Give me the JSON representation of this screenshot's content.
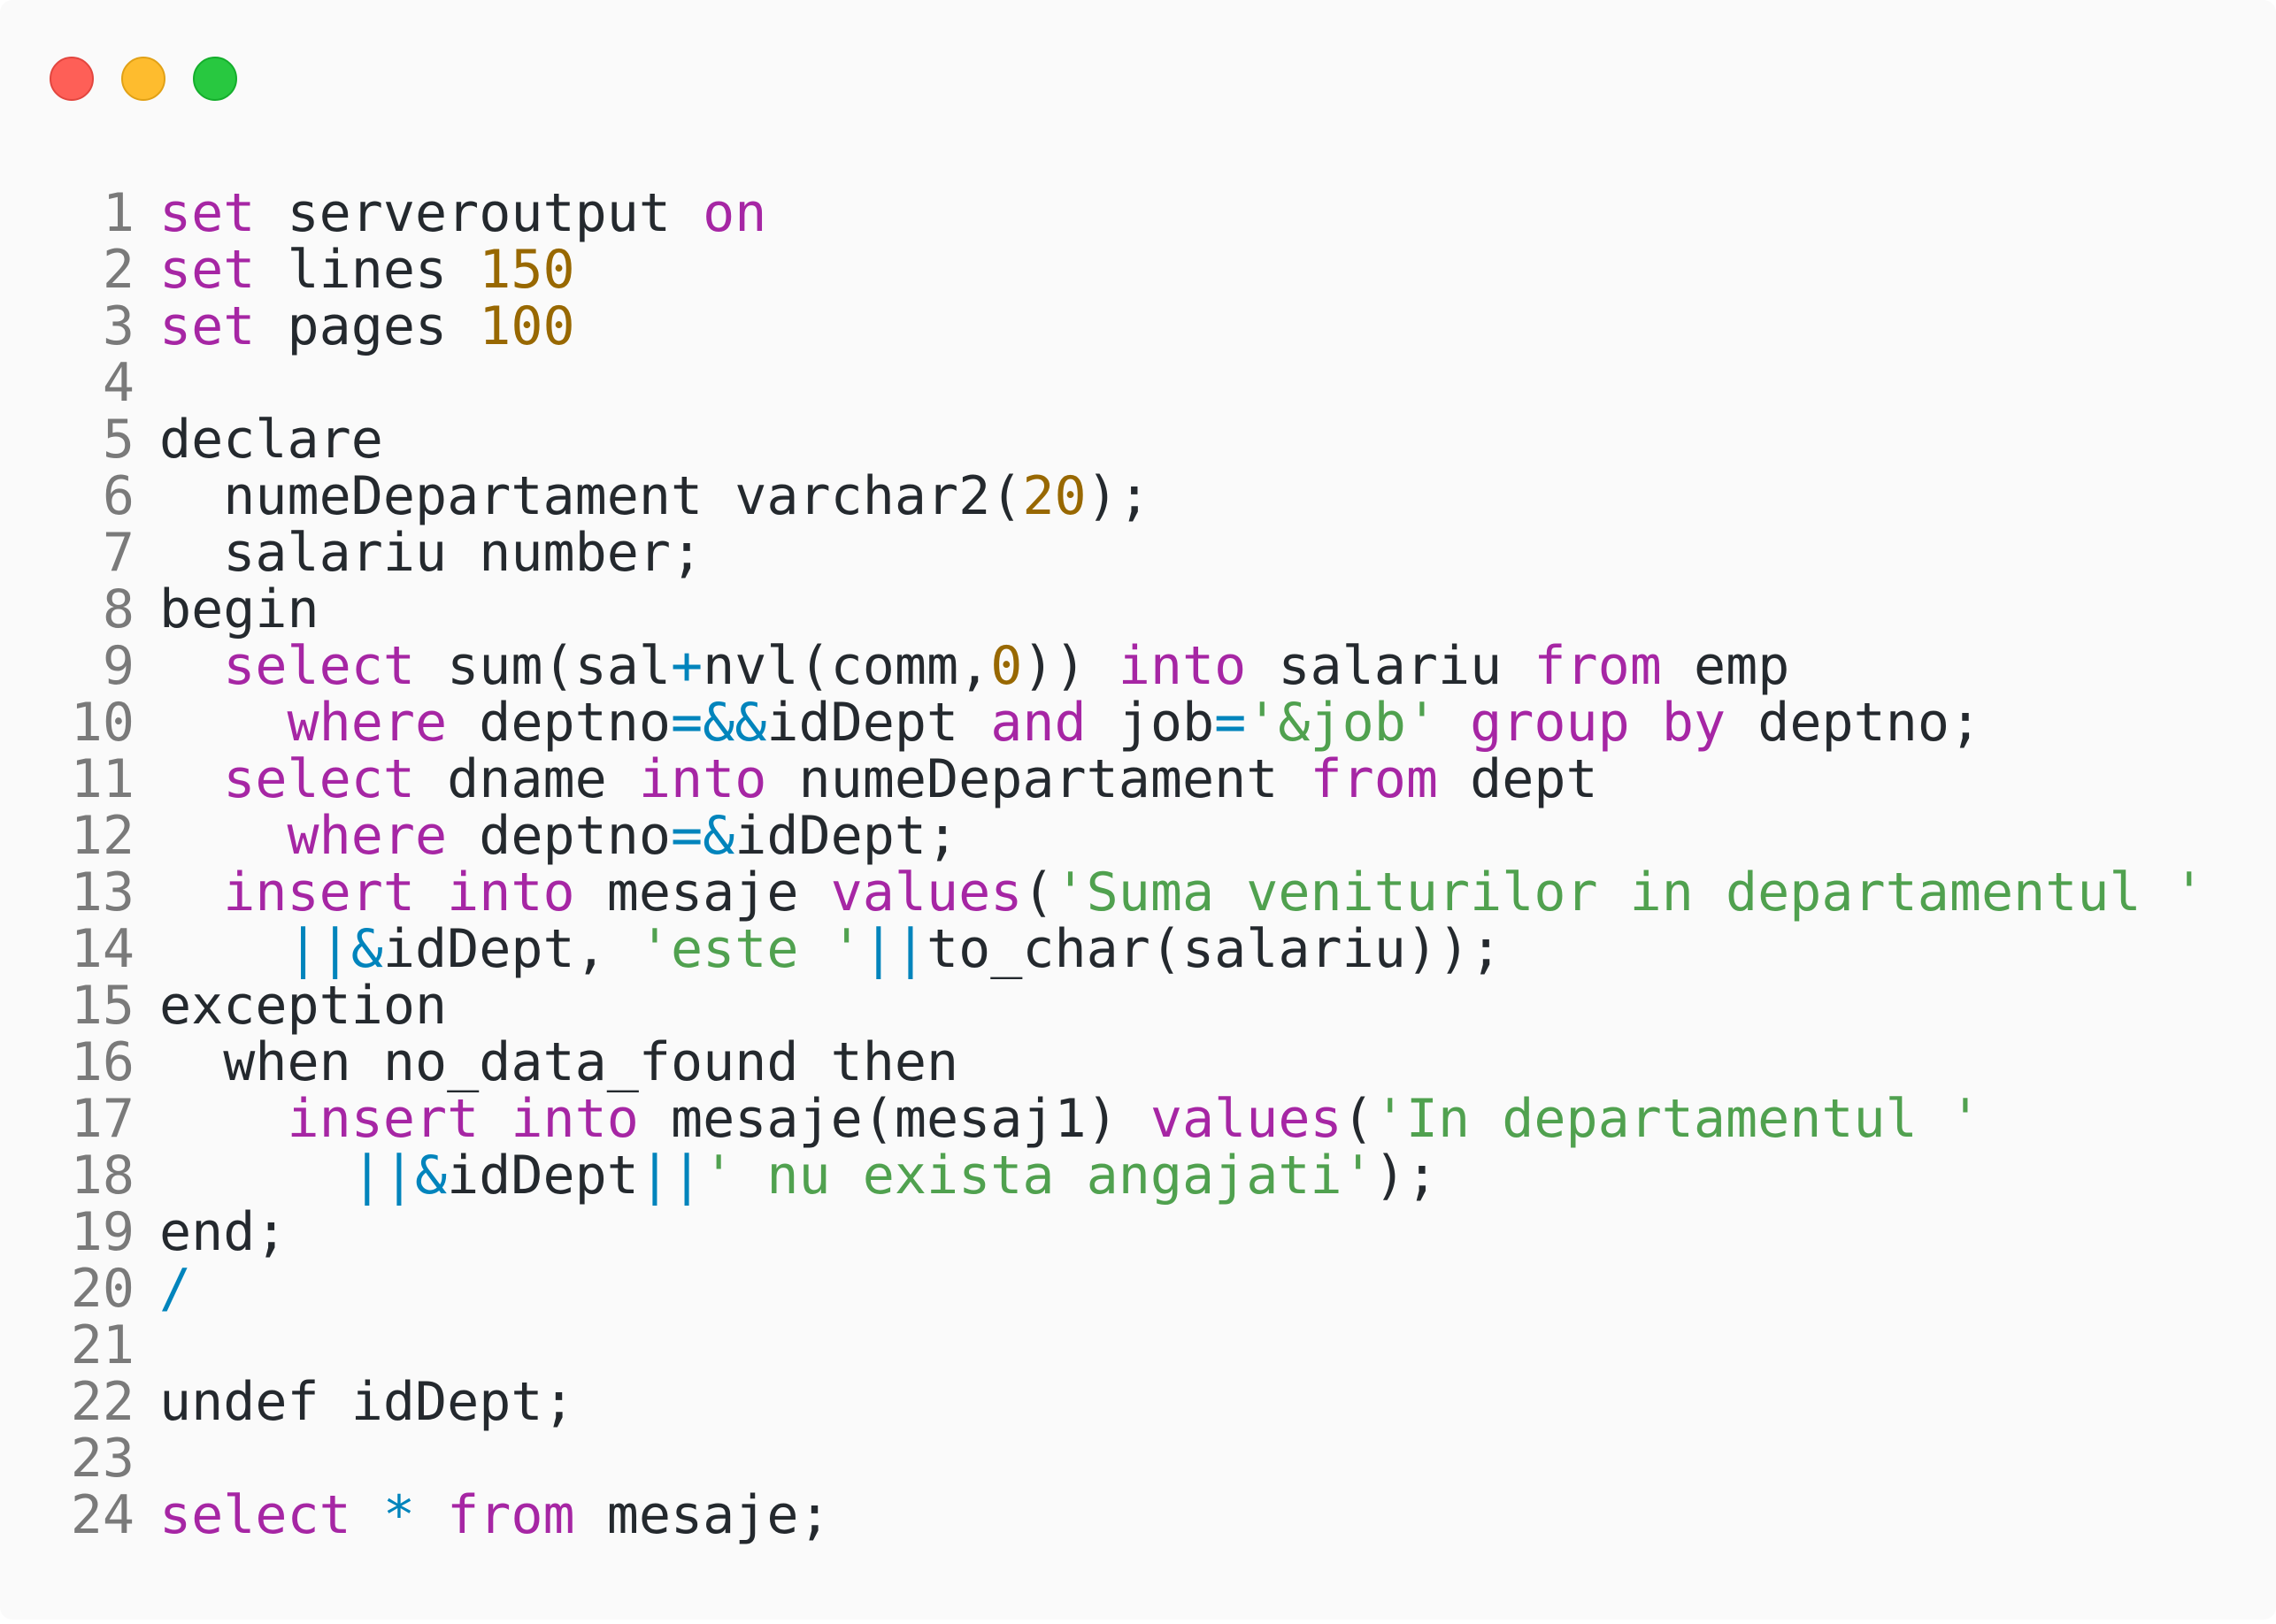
{
  "window": {
    "buttons": [
      {
        "name": "close",
        "color": "#fe5f57"
      },
      {
        "name": "minimize",
        "color": "#febc2e"
      },
      {
        "name": "zoom",
        "color": "#28c840"
      }
    ]
  },
  "editor": {
    "language": "plsql",
    "colors": {
      "keyword": "#a626a4",
      "number": "#986801",
      "string": "#50a14f",
      "operator": "#0184bc",
      "text": "#24292e",
      "line_number": "#7a7a7a",
      "background": "#fafafa"
    },
    "lines": [
      {
        "n": "1",
        "tokens": [
          [
            "kw",
            "set"
          ],
          [
            "txt",
            " serveroutput "
          ],
          [
            "kw",
            "on"
          ]
        ]
      },
      {
        "n": "2",
        "tokens": [
          [
            "kw",
            "set"
          ],
          [
            "txt",
            " lines "
          ],
          [
            "num",
            "150"
          ]
        ]
      },
      {
        "n": "3",
        "tokens": [
          [
            "kw",
            "set"
          ],
          [
            "txt",
            " pages "
          ],
          [
            "num",
            "100"
          ]
        ]
      },
      {
        "n": "4",
        "tokens": []
      },
      {
        "n": "5",
        "tokens": [
          [
            "txt",
            "declare"
          ]
        ]
      },
      {
        "n": "6",
        "tokens": [
          [
            "txt",
            "  numeDepartament varchar2("
          ],
          [
            "num",
            "20"
          ],
          [
            "txt",
            ");"
          ]
        ]
      },
      {
        "n": "7",
        "tokens": [
          [
            "txt",
            "  salariu number;"
          ]
        ]
      },
      {
        "n": "8",
        "tokens": [
          [
            "txt",
            "begin"
          ]
        ]
      },
      {
        "n": "9",
        "tokens": [
          [
            "txt",
            "  "
          ],
          [
            "kw",
            "select"
          ],
          [
            "txt",
            " sum(sal"
          ],
          [
            "op",
            "+"
          ],
          [
            "txt",
            "nvl(comm,"
          ],
          [
            "num",
            "0"
          ],
          [
            "txt",
            ")) "
          ],
          [
            "kw",
            "into"
          ],
          [
            "txt",
            " salariu "
          ],
          [
            "kw",
            "from"
          ],
          [
            "txt",
            " emp"
          ]
        ]
      },
      {
        "n": "10",
        "tokens": [
          [
            "txt",
            "    "
          ],
          [
            "kw",
            "where"
          ],
          [
            "txt",
            " deptno"
          ],
          [
            "op",
            "=&&"
          ],
          [
            "txt",
            "idDept "
          ],
          [
            "kw",
            "and"
          ],
          [
            "txt",
            " job"
          ],
          [
            "op",
            "="
          ],
          [
            "str",
            "'&job'"
          ],
          [
            "txt",
            " "
          ],
          [
            "kw",
            "group by"
          ],
          [
            "txt",
            " deptno;"
          ]
        ]
      },
      {
        "n": "11",
        "tokens": [
          [
            "txt",
            "  "
          ],
          [
            "kw",
            "select"
          ],
          [
            "txt",
            " dname "
          ],
          [
            "kw",
            "into"
          ],
          [
            "txt",
            " numeDepartament "
          ],
          [
            "kw",
            "from"
          ],
          [
            "txt",
            " dept"
          ]
        ]
      },
      {
        "n": "12",
        "tokens": [
          [
            "txt",
            "    "
          ],
          [
            "kw",
            "where"
          ],
          [
            "txt",
            " deptno"
          ],
          [
            "op",
            "=&"
          ],
          [
            "txt",
            "idDept;"
          ]
        ]
      },
      {
        "n": "13",
        "tokens": [
          [
            "txt",
            "  "
          ],
          [
            "kw",
            "insert into"
          ],
          [
            "txt",
            " mesaje "
          ],
          [
            "kw",
            "values"
          ],
          [
            "txt",
            "("
          ],
          [
            "str",
            "'Suma veniturilor in departamentul '"
          ]
        ]
      },
      {
        "n": "14",
        "tokens": [
          [
            "txt",
            "    "
          ],
          [
            "op",
            "||&"
          ],
          [
            "txt",
            "idDept, "
          ],
          [
            "str",
            "'este '"
          ],
          [
            "op",
            "||"
          ],
          [
            "txt",
            "to_char(salariu));"
          ]
        ]
      },
      {
        "n": "15",
        "tokens": [
          [
            "txt",
            "exception"
          ]
        ]
      },
      {
        "n": "16",
        "tokens": [
          [
            "txt",
            "  when no_data_found then"
          ]
        ]
      },
      {
        "n": "17",
        "tokens": [
          [
            "txt",
            "    "
          ],
          [
            "kw",
            "insert into"
          ],
          [
            "txt",
            " mesaje(mesaj1) "
          ],
          [
            "kw",
            "values"
          ],
          [
            "txt",
            "("
          ],
          [
            "str",
            "'In departamentul '"
          ]
        ]
      },
      {
        "n": "18",
        "tokens": [
          [
            "txt",
            "      "
          ],
          [
            "op",
            "||&"
          ],
          [
            "txt",
            "idDept"
          ],
          [
            "op",
            "||"
          ],
          [
            "str",
            "' nu exista angajati'"
          ],
          [
            "txt",
            ");"
          ]
        ]
      },
      {
        "n": "19",
        "tokens": [
          [
            "txt",
            "end;"
          ]
        ]
      },
      {
        "n": "20",
        "tokens": [
          [
            "op",
            "/"
          ]
        ]
      },
      {
        "n": "21",
        "tokens": []
      },
      {
        "n": "22",
        "tokens": [
          [
            "txt",
            "undef idDept;"
          ]
        ]
      },
      {
        "n": "23",
        "tokens": []
      },
      {
        "n": "24",
        "tokens": [
          [
            "kw",
            "select"
          ],
          [
            "txt",
            " "
          ],
          [
            "op",
            "*"
          ],
          [
            "txt",
            " "
          ],
          [
            "kw",
            "from"
          ],
          [
            "txt",
            " mesaje;"
          ]
        ]
      }
    ]
  }
}
